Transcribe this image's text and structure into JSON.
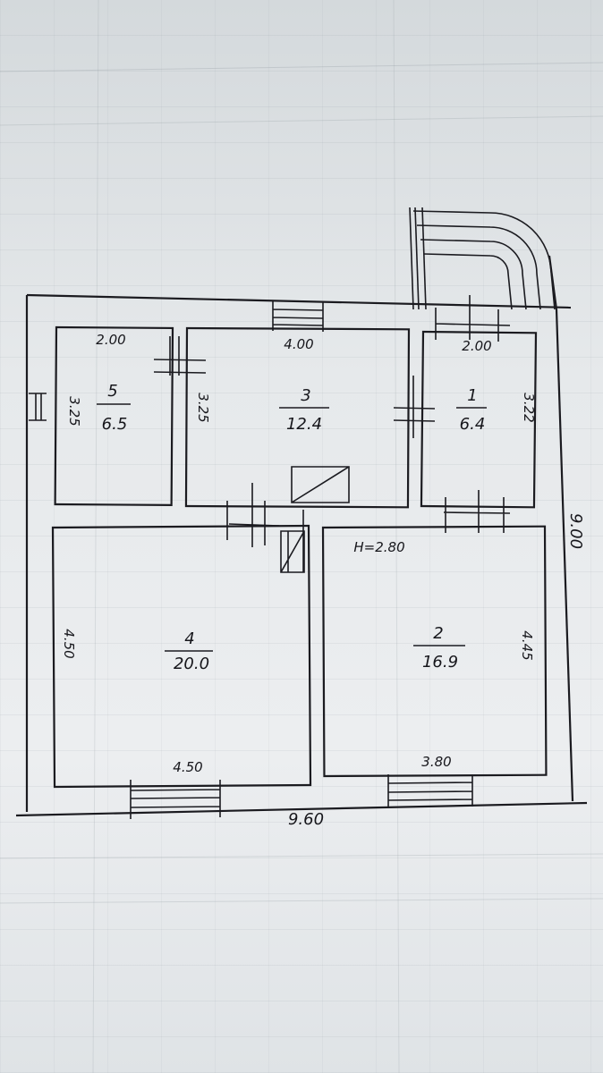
{
  "rooms": [
    {
      "id": "1",
      "area": "6.4"
    },
    {
      "id": "2",
      "area": "16.9"
    },
    {
      "id": "3",
      "area": "12.4"
    },
    {
      "id": "4",
      "area": "20.0"
    },
    {
      "id": "5",
      "area": "6.5"
    }
  ],
  "dimensions": {
    "room5_width": "2.00",
    "room5_height": "3.25",
    "room3_width": "4.00",
    "room3_height": "3.25",
    "room1_width": "2.00",
    "room1_height": "3.22",
    "room4_bottom": "4.50",
    "room4_side": "4.50",
    "room2_bottom": "3.80",
    "room2_side": "4.45",
    "overall_width": "9.60",
    "overall_height": "9.00",
    "ceiling_height": "H=2.80"
  },
  "colors": {
    "ink": "#1b1b20",
    "paper": "#e6e9eb"
  }
}
